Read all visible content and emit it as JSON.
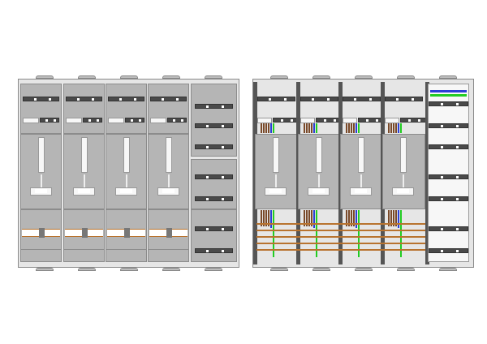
{
  "cabinets": [
    {
      "view": "closed",
      "meter_fields": 4
    },
    {
      "view": "open",
      "meter_fields": 4
    }
  ],
  "colors": {
    "panel": "#b5b5b5",
    "rail": "#4a4a4a",
    "busbar": "#b8732f",
    "neutral_wire": "#2b3fd6",
    "earth_wire": "#22cc22",
    "phase_wire": "#7a4a2a"
  }
}
